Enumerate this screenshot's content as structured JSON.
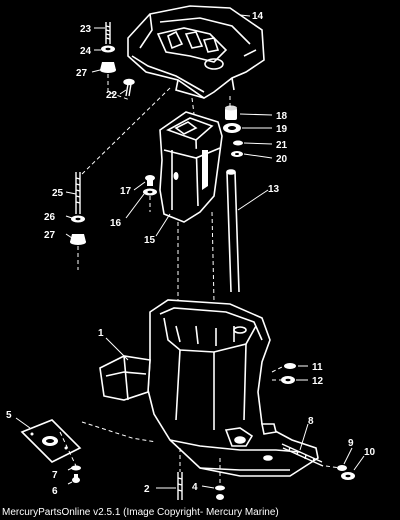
{
  "diagram": {
    "part_numbers": {
      "p1": "1",
      "p2": "2",
      "p4": "4",
      "p5": "5",
      "p6": "6",
      "p7": "7",
      "p8": "8",
      "p9": "9",
      "p10": "10",
      "p11": "11",
      "p12": "12",
      "p13": "13",
      "p14": "14",
      "p15": "15",
      "p16": "16",
      "p17": "17",
      "p18": "18",
      "p19": "19",
      "p20": "20",
      "p21": "21",
      "p22": "22",
      "p23": "23",
      "p24": "24",
      "p25": "25",
      "p26": "26",
      "p27a": "27",
      "p27b": "27"
    }
  },
  "footer": {
    "caption": "MercuryPartsOnline v2.5.1 (Image Copyright- Mercury Marine)"
  },
  "colors": {
    "background": "#000000",
    "ink": "#ffffff"
  }
}
